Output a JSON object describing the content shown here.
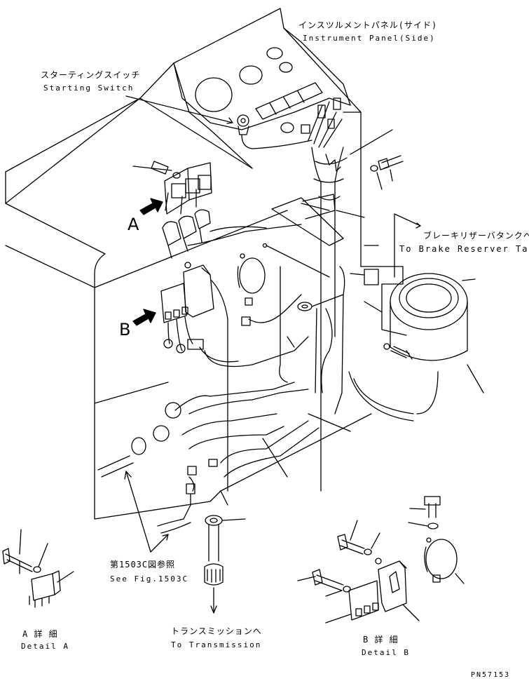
{
  "labels": {
    "instrument_panel_jp": "インスツルメントパネル(サイド)",
    "instrument_panel_en": "Instrument Panel(Side)",
    "starting_switch_jp": "スターティングスイッチ",
    "starting_switch_en": "Starting Switch",
    "brake_tank_jp": "ブレーキリザーバタンクへ",
    "brake_tank_en": "To Brake Reserver Tank",
    "see_fig_jp": "第1503C図参照",
    "see_fig_en": "See Fig.1503C",
    "transmission_jp": "トランスミッションへ",
    "transmission_en": "To Transmission",
    "detail_a_jp": "A 詳 細",
    "detail_a_en": "Detail A",
    "detail_b_jp": "B 詳 細",
    "detail_b_en": "Detail B",
    "marker_a": "A",
    "marker_b": "B",
    "part_number": "PN57153"
  }
}
